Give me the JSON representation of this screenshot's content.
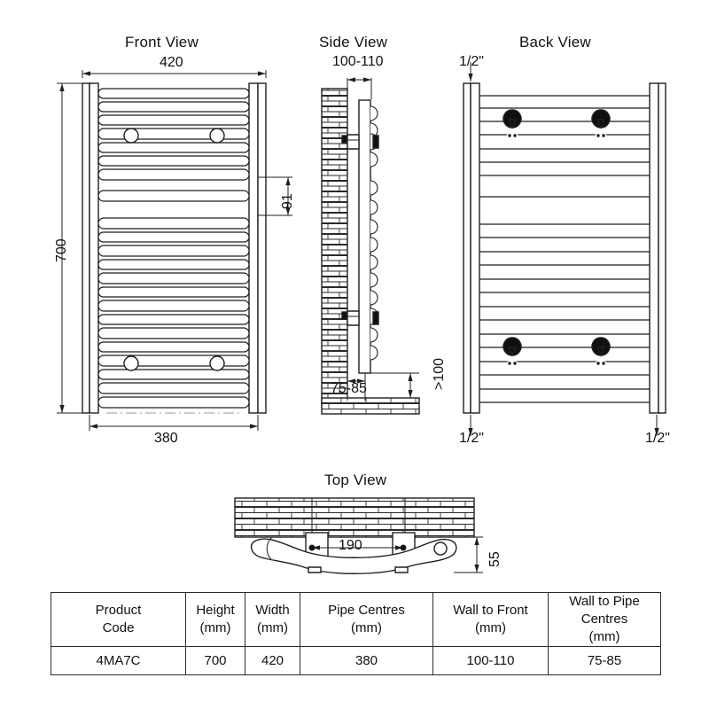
{
  "views": {
    "front": {
      "title": "Front View",
      "width_dim": "420",
      "height_dim": "700",
      "bracket_spacing_dim": "91",
      "pipe_centres_dim": "380"
    },
    "side": {
      "title": "Side View",
      "wall_to_front_dim": "100-110",
      "wall_to_pipe_dim": "75-85",
      "floor_clearance_dim": ">100"
    },
    "back": {
      "title": "Back View",
      "thread_top_left": "1/2\"",
      "thread_bottom_left": "1/2\"",
      "thread_bottom_right": "1/2\""
    },
    "top": {
      "title": "Top View",
      "bracket_centres_dim": "190",
      "depth_dim": "55"
    }
  },
  "spec_table": {
    "headers": [
      {
        "line1": "Product",
        "line2": "Code"
      },
      {
        "line1": "Height",
        "line2": "(mm)"
      },
      {
        "line1": "Width",
        "line2": "(mm)"
      },
      {
        "line1": "Pipe Centres",
        "line2": "(mm)"
      },
      {
        "line1": "Wall to Front",
        "line2": "(mm)"
      },
      {
        "line1": "Wall to Pipe Centres",
        "line2": "(mm)"
      }
    ],
    "rows": [
      {
        "product_code": "4MA7C",
        "height": "700",
        "width": "420",
        "pipe_centres": "380",
        "wall_to_front": "100-110",
        "wall_to_pipe_centres": "75-85"
      }
    ]
  },
  "colors": {
    "line": "#1f1f1f",
    "text": "#111111",
    "background": "#ffffff",
    "centerline": "#9a9a9a"
  }
}
